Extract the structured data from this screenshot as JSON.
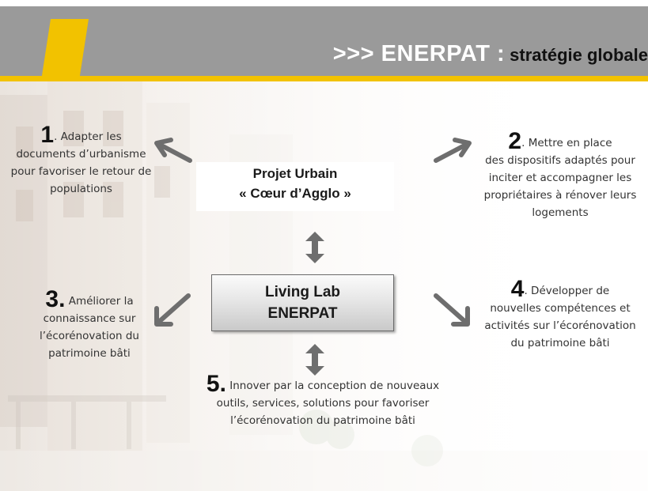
{
  "header": {
    "title": ">>> ENERPAT :",
    "subtitle": "stratégie globale"
  },
  "center": {
    "urbain_line1": "Projet Urbain",
    "urbain_line2": "« Cœur d’Agglo »",
    "living_line1": "Living Lab",
    "living_line2": "ENERPAT"
  },
  "items": [
    {
      "number": "1",
      "text_first": ". Adapter les",
      "text_rest": "documents d’urbanisme pour favoriser le retour de populations"
    },
    {
      "number": "2",
      "text_first": ".  Mettre en place",
      "text_rest": "des dispositifs adaptés pour inciter et accompagner les propriétaires à rénover leurs logements"
    },
    {
      "number": "3.",
      "text_first": "  Améliorer la",
      "text_rest": "connaissance sur l’écorénovation du patrimoine bâti"
    },
    {
      "number": "4",
      "text_first": ". Développer de",
      "text_rest": "nouvelles compétences et activités sur l’écorénovation du patrimoine bâti"
    },
    {
      "number": "5.",
      "text_first": "  Innover par la conception de nouveaux",
      "text_rest": "outils, services, solutions pour favoriser l’écorénovation du patrimoine bâti"
    }
  ],
  "colors": {
    "header_bg": "#9a9a9a",
    "accent_yellow": "#f2c200",
    "arrow_gray": "#6e6e6e"
  }
}
